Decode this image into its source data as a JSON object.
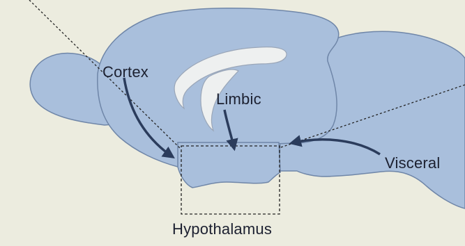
{
  "labels": {
    "cortex": "Cortex",
    "limbic": "Limbic",
    "visceral": "Visceral",
    "hypothalamus": "Hypothalamus"
  },
  "colors": {
    "background": "#ececdf",
    "brain_fill": "#a9bfdc",
    "brain_outline": "#6f86a8",
    "ventricle_fill": "#eef0f0",
    "arrow": "#2b3c5c",
    "dashed_line": "#222222",
    "text": "#1c2030"
  }
}
